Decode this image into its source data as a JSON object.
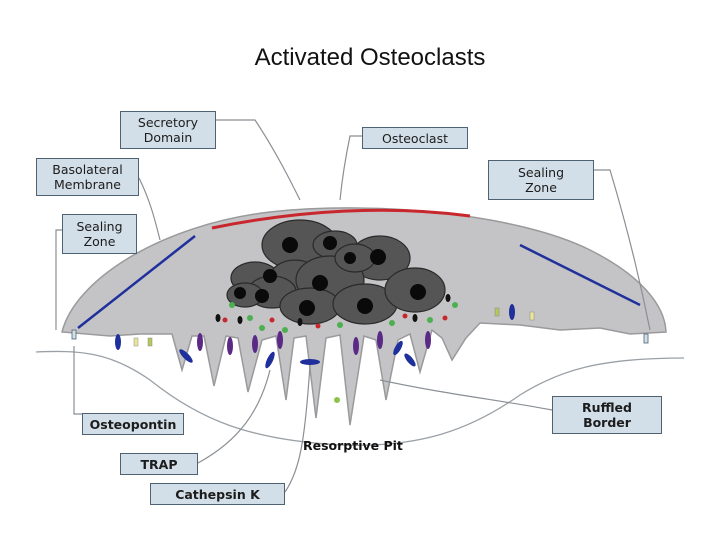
{
  "slide": {
    "title": "Activated Osteoclasts"
  },
  "labels": {
    "secretory_domain": "Secretory\nDomain",
    "osteoclast": "Osteoclast",
    "basolateral_membrane": "Basolateral\nMembrane",
    "sealing_zone_right": "Sealing\nZone",
    "sealing_zone_left": "Sealing\nZone",
    "osteopontin": "Osteopontin",
    "trap": "TRAP",
    "cathepsin_k": "Cathepsin K",
    "ruffled_border": "Ruffled\nBorder",
    "resorptive_pit": "Resorptive Pit"
  },
  "colors": {
    "cell_body": "#c4c4c6",
    "cell_outline": "#9a9a9c",
    "nucleus": "#555555",
    "nucleolus": "#0a0a0a",
    "secretory_line": "#c8282d",
    "sealing_line": "#1f2f9c",
    "label_fill": "#d3dfe8",
    "label_border": "#4f6273"
  }
}
